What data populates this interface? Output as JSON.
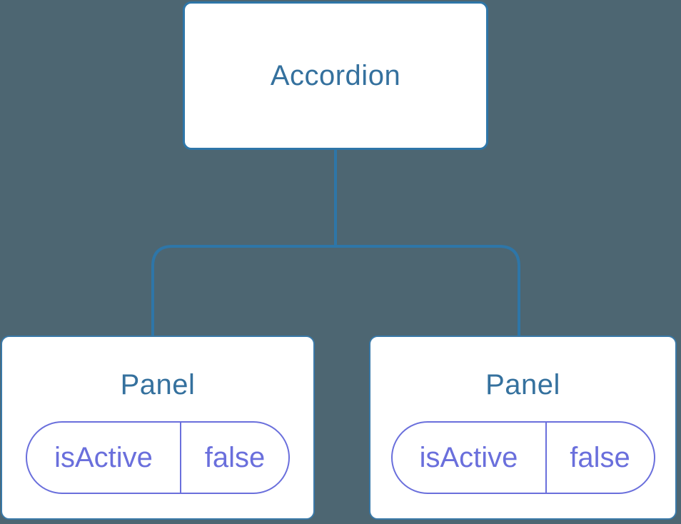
{
  "diagram": {
    "title_hint": "component tree with state",
    "root_node": {
      "label": "Accordion"
    },
    "panels": [
      {
        "label": "Panel",
        "state_key": "isActive",
        "state_value": "false"
      },
      {
        "label": "Panel",
        "state_key": "isActive",
        "state_value": "false"
      }
    ],
    "colors": {
      "background": "#4d6672",
      "connector_blue": "#2e76a8",
      "node_text_blue": "#35719e",
      "state_purple": "#6a6fdc",
      "node_fill": "#ffffff"
    }
  }
}
